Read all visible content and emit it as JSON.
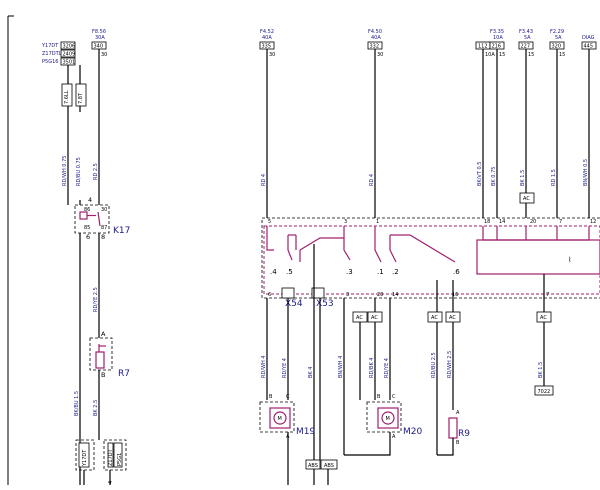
{
  "engine_codes": [
    "Y17DT",
    "Z17DTL",
    "P5G16"
  ],
  "engine_code_refs": [
    "3206",
    "2409",
    "3501"
  ],
  "fuses": [
    {
      "id": "F8.56",
      "rating": "30A",
      "ref": "340",
      "term": "30"
    },
    {
      "id": "F4.52",
      "rating": "40A",
      "ref": "335",
      "term": "30"
    },
    {
      "id": "F4.50",
      "rating": "40A",
      "ref": "332",
      "term": "30"
    },
    {
      "id": "F3.35",
      "rating": "10A",
      "ref": "112",
      "ref2": "216",
      "term": "15",
      "term2": "15"
    },
    {
      "id": "F3.43",
      "rating": "5A",
      "ref": "227",
      "term": "15"
    },
    {
      "id": "F2.29",
      "rating": "5A",
      "ref": "320",
      "term": "15"
    },
    {
      "id": "DIAG",
      "rating": "",
      "ref": "445",
      "term": ""
    }
  ],
  "wire_colors": {
    "left_top": "RD/WH 0.75",
    "left_mid": "RD/BU 0.75",
    "left_k17_in": "RD 2.5",
    "left_k17_out": "RD/YE 2.5",
    "left_r7_out": "BK/BU 1.5",
    "left_bottom": "BK 2.5",
    "m19_1": "RD 4",
    "m19_a": "RD/WH 4",
    "m19_b": "RD/YE 4",
    "m20_1": "RD 4",
    "m20_2": "BK 4",
    "m20_a": "BN/WH 4",
    "m20_b": "RD/YE 4",
    "m20_c": "RD/BK 4",
    "r9": "RD/BU 2.5",
    "r9_b": "RD/WH 2.5",
    "u_bk": "BK/VT 0.5",
    "u_bkbu": "BK 0.75",
    "u_bk15": "BK 1.5",
    "u_rd": "RD 1.5",
    "u_bnwh": "BN/WH 0.5",
    "u_out": "BK 1.5"
  },
  "components": {
    "k17": "K17",
    "r7": "R7",
    "m19": "M19",
    "m20": "M20",
    "r9": "R9",
    "x54": "X54",
    "x53": "X53"
  },
  "k17_pins": [
    "4",
    "86",
    "85",
    "6",
    "30",
    "87",
    "8"
  ],
  "relay_block_pins": [
    "5",
    "3",
    "1",
    "18",
    "14",
    "20",
    "7",
    "12"
  ],
  "relay_block_bottom_pins": [
    "6",
    "4",
    "3",
    "20",
    "14",
    "16"
  ],
  "switch_labels": [
    ".4",
    ".5",
    ".3",
    ".1",
    ".2",
    ".6"
  ],
  "connector_labels": [
    "AC",
    "AC",
    "AC",
    "AC",
    "AC",
    "AC",
    "ABS",
    "ABS"
  ],
  "ground_codes": [
    "Y17DT",
    "Z17DT",
    "P5G1"
  ],
  "bottom_ref": "7022",
  "m_pins": [
    "B",
    "C",
    "A"
  ],
  "r_pins": [
    "A",
    "B"
  ]
}
